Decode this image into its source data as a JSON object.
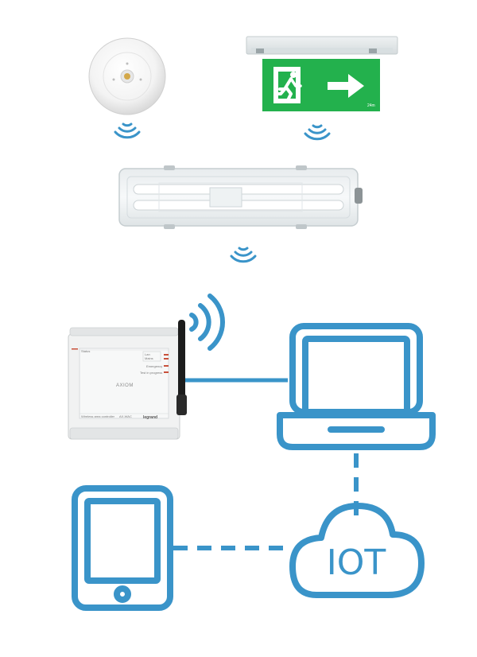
{
  "colors": {
    "accent": "#3a94c9",
    "sign_green": "#23b14d",
    "device_body": "#f1f2f2"
  },
  "exit_sign": {
    "corner_text": "24m"
  },
  "controller": {
    "brand": "AXIOM",
    "header_left": "Status",
    "led_labels": [
      "Lan",
      "Mains",
      "Emergency",
      "Test in progress"
    ],
    "footer_left": "Wireless area controller",
    "footer_code": "AX-WAC",
    "manufacturer": "legrand"
  },
  "cloud": {
    "label": "IOT"
  },
  "icons": {
    "downlight": "emergency-downlight-icon",
    "exit_sign": "running-man-exit-icon",
    "batten": "emergency-batten-icon",
    "wifi": "wifi-signal-icon",
    "laptop": "laptop-icon",
    "tablet": "tablet-icon",
    "cloud": "cloud-icon"
  }
}
